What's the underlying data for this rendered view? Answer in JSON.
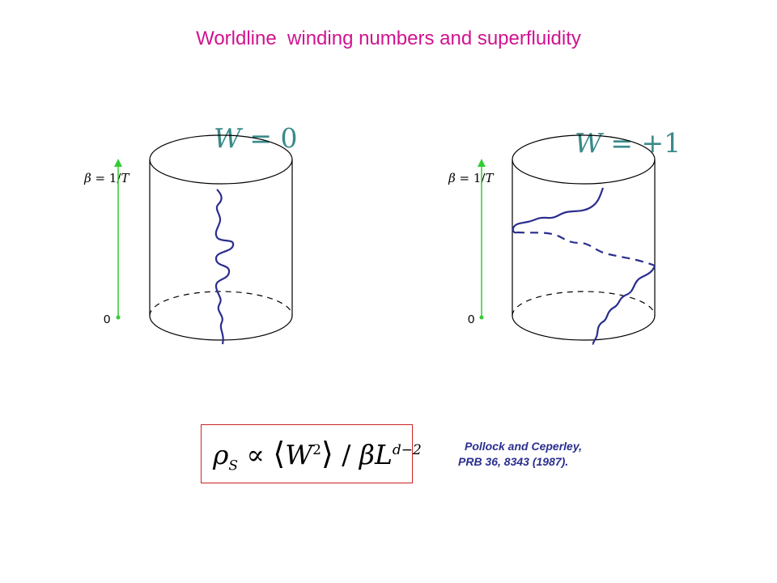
{
  "title": "Worldline  winding numbers and superfluidity",
  "colors": {
    "title": "#d0138f",
    "equation": "#3a8a8a",
    "worldline": "#2a2e8e",
    "time_axis": "#33cc33",
    "formula_border": "#cc2222",
    "citation": "#2a2e8e"
  },
  "panels": [
    {
      "winding_label": {
        "var": "W",
        "op": " = ",
        "value": "0"
      },
      "axis_top_label": {
        "beta": "β",
        "mid": " = 1/",
        "T": "T"
      },
      "axis_bottom_label": "0"
    },
    {
      "winding_label": {
        "var": "W",
        "op": " = ",
        "value": "+1"
      },
      "axis_top_label": {
        "beta": "β",
        "mid": " = 1/",
        "T": "T"
      },
      "axis_bottom_label": "0"
    }
  ],
  "formula": {
    "rho": "ρ",
    "rho_sub": "S",
    "prop": " ∝ ",
    "langle": "⟨",
    "W": "W",
    "W_sup": "2",
    "rangle": "⟩",
    "slash": " / ",
    "beta": "β",
    "L": "L",
    "L_sup": "d−2"
  },
  "citation": {
    "line1": "Pollock and Ceperley,",
    "line2": "PRB 36, 8343 (1987)."
  }
}
